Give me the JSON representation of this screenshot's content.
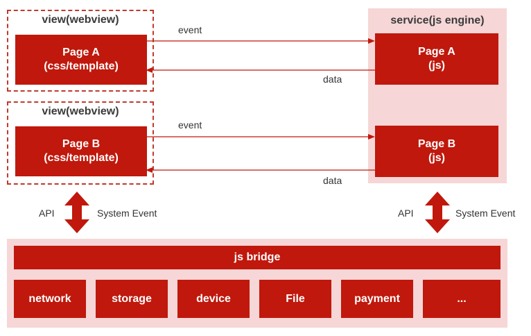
{
  "view_a": {
    "title": "view(webview)",
    "page_line1": "Page A",
    "page_line2": "(css/template)"
  },
  "view_b": {
    "title": "view(webview)",
    "page_line1": "Page B",
    "page_line2": "(css/template)"
  },
  "service": {
    "title": "service(js engine)",
    "page_a_line1": "Page A",
    "page_a_line2": "(js)",
    "page_b_line1": "Page B",
    "page_b_line2": "(js)"
  },
  "flows": {
    "a_event": "event",
    "a_data": "data",
    "b_event": "event",
    "b_data": "data"
  },
  "left_link": {
    "api": "API",
    "system_event": "System Event"
  },
  "right_link": {
    "api": "API",
    "system_event": "System Event"
  },
  "bridge": {
    "label": "js bridge",
    "modules": [
      "network",
      "storage",
      "device",
      "File",
      "payment",
      "..."
    ]
  },
  "colors": {
    "primary_red": "#c0180c",
    "panel_pink": "#f6d6d6",
    "dashed_border": "#c0392b"
  }
}
